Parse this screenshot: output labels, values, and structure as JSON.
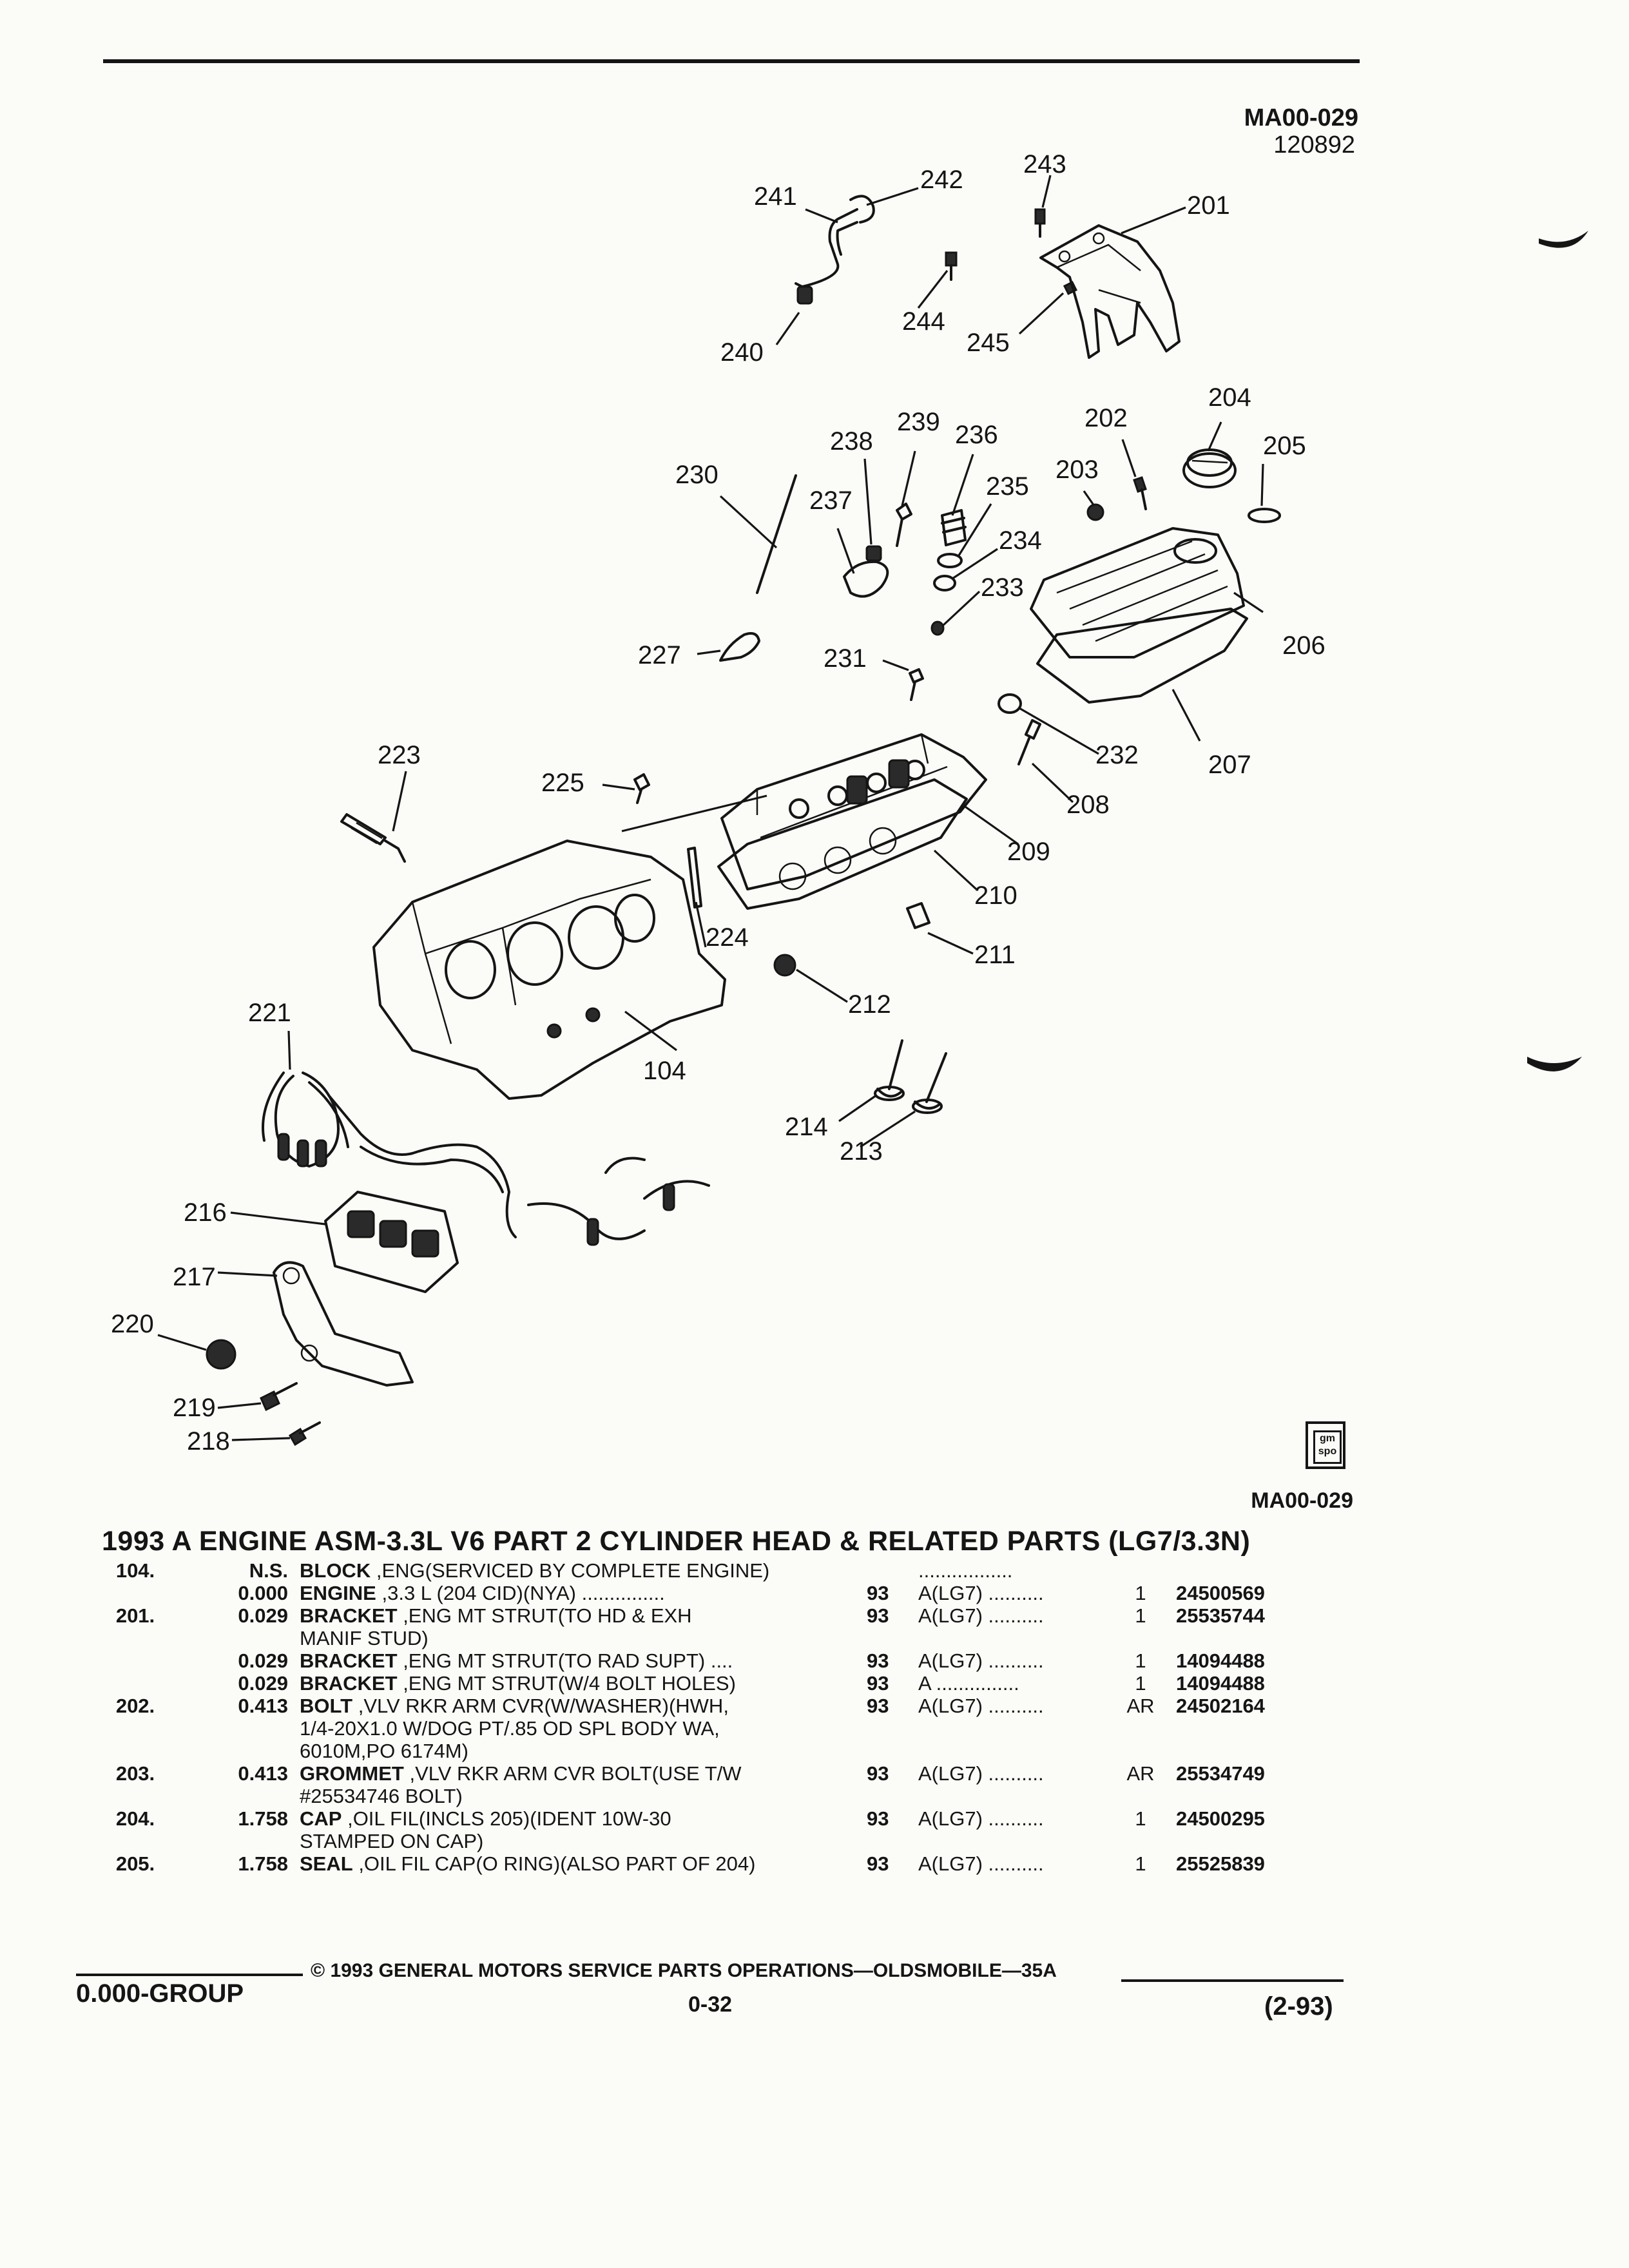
{
  "header": {
    "illustration_code": "MA00-029",
    "date_code": "120892"
  },
  "diagram": {
    "callouts": [
      "241",
      "242",
      "243",
      "201",
      "240",
      "244",
      "245",
      "204",
      "205",
      "202",
      "203",
      "239",
      "238",
      "236",
      "230",
      "237",
      "235",
      "234",
      "233",
      "227",
      "231",
      "206",
      "232",
      "207",
      "223",
      "225",
      "208",
      "209",
      "210",
      "224",
      "211",
      "212",
      "221",
      "104",
      "214",
      "213",
      "216",
      "217",
      "220",
      "219",
      "218"
    ],
    "logo_text": "gm spo"
  },
  "illustration_footer_code": "MA00-029",
  "title": "1993 A ENGINE ASM-3.3L V6 PART 2 CYLINDER HEAD & RELATED PARTS (LG7/3.3N)",
  "parts": [
    {
      "ref": "104.",
      "group": "N.S.",
      "name": "BLOCK",
      "desc": ",ENG(SERVICED BY COMPLETE ENGINE)",
      "desc2": "",
      "desc3": "",
      "year": "",
      "usage": ".................",
      "qty": "",
      "part_no": ""
    },
    {
      "ref": "",
      "group": "0.000",
      "name": "ENGINE",
      "desc": ",3.3 L (204 CID)(NYA) ...............",
      "desc2": "",
      "desc3": "",
      "year": "93",
      "usage": "A(LG7) ..........",
      "qty": "1",
      "part_no": "24500569"
    },
    {
      "ref": "201.",
      "group": "0.029",
      "name": "BRACKET",
      "desc": ",ENG MT STRUT(TO HD & EXH",
      "desc2": "MANIF STUD)",
      "desc3": "",
      "year": "93",
      "usage": "A(LG7) ..........",
      "qty": "1",
      "part_no": "25535744"
    },
    {
      "ref": "",
      "group": "0.029",
      "name": "BRACKET",
      "desc": ",ENG MT STRUT(TO RAD SUPT) ....",
      "desc2": "",
      "desc3": "",
      "year": "93",
      "usage": "A(LG7) ..........",
      "qty": "1",
      "part_no": "14094488"
    },
    {
      "ref": "",
      "group": "0.029",
      "name": "BRACKET",
      "desc": ",ENG MT STRUT(W/4 BOLT HOLES)",
      "desc2": "",
      "desc3": "",
      "year": "93",
      "usage": "A ...............",
      "qty": "1",
      "part_no": "14094488"
    },
    {
      "ref": "202.",
      "group": "0.413",
      "name": "BOLT",
      "desc": ",VLV RKR ARM CVR(W/WASHER)(HWH,",
      "desc2": "1/4-20X1.0 W/DOG PT/.85 OD SPL BODY WA,",
      "desc3": "6010M,PO 6174M)",
      "year": "93",
      "usage": "A(LG7) ..........",
      "qty": "AR",
      "part_no": "24502164"
    },
    {
      "ref": "203.",
      "group": "0.413",
      "name": "GROMMET",
      "desc": ",VLV RKR ARM CVR BOLT(USE T/W",
      "desc2": "#25534746 BOLT)",
      "desc3": "",
      "year": "93",
      "usage": "A(LG7) ..........",
      "qty": "AR",
      "part_no": "25534749"
    },
    {
      "ref": "204.",
      "group": "1.758",
      "name": "CAP",
      "desc": ",OIL FIL(INCLS 205)(IDENT 10W-30",
      "desc2": "STAMPED ON CAP)",
      "desc3": "",
      "year": "93",
      "usage": "A(LG7) ..........",
      "qty": "1",
      "part_no": "24500295"
    },
    {
      "ref": "205.",
      "group": "1.758",
      "name": "SEAL",
      "desc": ",OIL FIL CAP(O RING)(ALSO PART OF 204)",
      "desc2": "",
      "desc3": "",
      "year": "93",
      "usage": "A(LG7) ..........",
      "qty": "1",
      "part_no": "25525839"
    }
  ],
  "footer": {
    "copyright": "© 1993 GENERAL MOTORS SERVICE PARTS OPERATIONS—OLDSMOBILE—35A",
    "group": "0.000-GROUP",
    "page": "0-32",
    "revision": "(2-93)"
  }
}
